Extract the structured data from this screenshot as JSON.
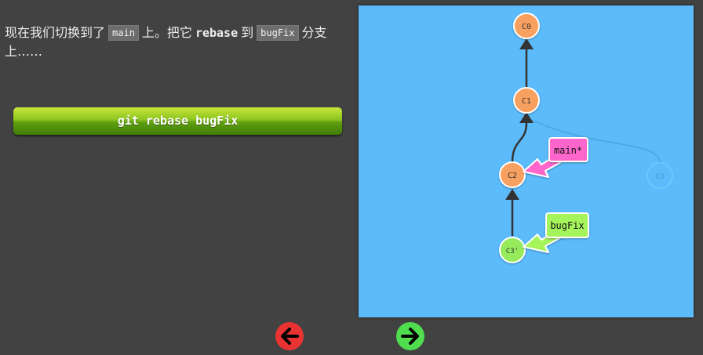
{
  "description": {
    "part1": "现在我们切换到了",
    "code_main": "main",
    "part2": "上。把它",
    "rebase_word": "rebase",
    "part3": "到",
    "code_bugfix": "bugFix",
    "part4": "分支上……"
  },
  "command_button": {
    "label": "git rebase bugFix"
  },
  "graph": {
    "commits": [
      {
        "id": "C0",
        "label": "C0",
        "color": "#f8a060"
      },
      {
        "id": "C1",
        "label": "C1",
        "color": "#f8a060"
      },
      {
        "id": "C2",
        "label": "C2",
        "color": "#f8a060"
      },
      {
        "id": "C3prime",
        "label": "C3'",
        "color": "#96ea5c"
      },
      {
        "id": "C3",
        "label": "C3",
        "color": "#5cbbfb",
        "faded": true
      }
    ],
    "branches": [
      {
        "name": "main*",
        "color": "#ff66cc",
        "target": "C2"
      },
      {
        "name": "bugFix",
        "color": "#a6f45c",
        "target": "C3prime"
      }
    ],
    "background": "#5cbbfb"
  },
  "navigation": {
    "back_icon": "arrow-left-icon",
    "forward_icon": "arrow-right-icon",
    "back_color": "#e93333",
    "forward_color": "#4fdc4f"
  }
}
